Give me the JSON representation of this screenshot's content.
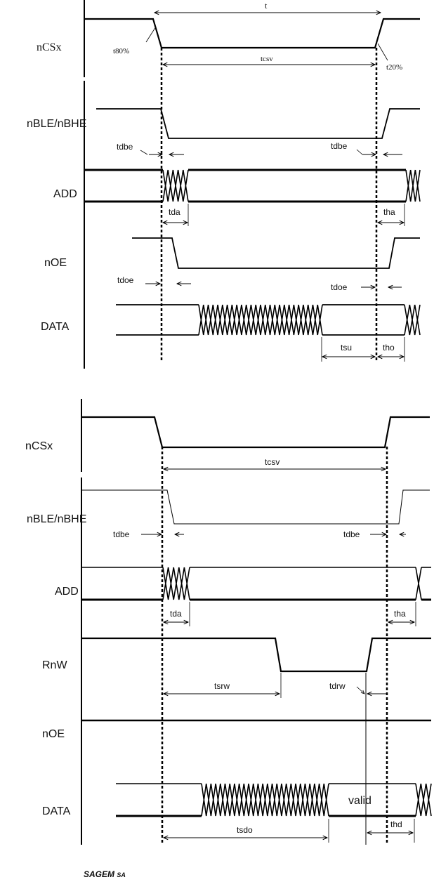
{
  "diagram1": {
    "signals": [
      "nCSx",
      "nBLE/nBHE",
      "ADD",
      "nOE",
      "DATA"
    ],
    "timings": {
      "t": "t",
      "t80": "t80%",
      "tcsv": "tcsv",
      "t20": "t20%",
      "tdbe_left": "tdbe",
      "tdbe_right": "tdbe",
      "tda": "tda",
      "tha": "tha",
      "tdoe_left": "tdoe",
      "tdoe_right": "tdoe",
      "tsu": "tsu",
      "tho": "tho"
    }
  },
  "diagram2": {
    "signals": [
      "nCSx",
      "nBLE/nBHE",
      "ADD",
      "RnW",
      "nOE",
      "DATA"
    ],
    "timings": {
      "tcsv": "tcsv",
      "tdbe_left": "tdbe",
      "tdbe_right": "tdbe",
      "tda": "tda",
      "tha": "tha",
      "tsrw": "tsrw",
      "tdrw": "tdrw",
      "valid": "valid",
      "thd": "thd",
      "tsdo": "tsdo"
    }
  },
  "footer": {
    "company": "SAGEM",
    "suffix": "SA"
  }
}
